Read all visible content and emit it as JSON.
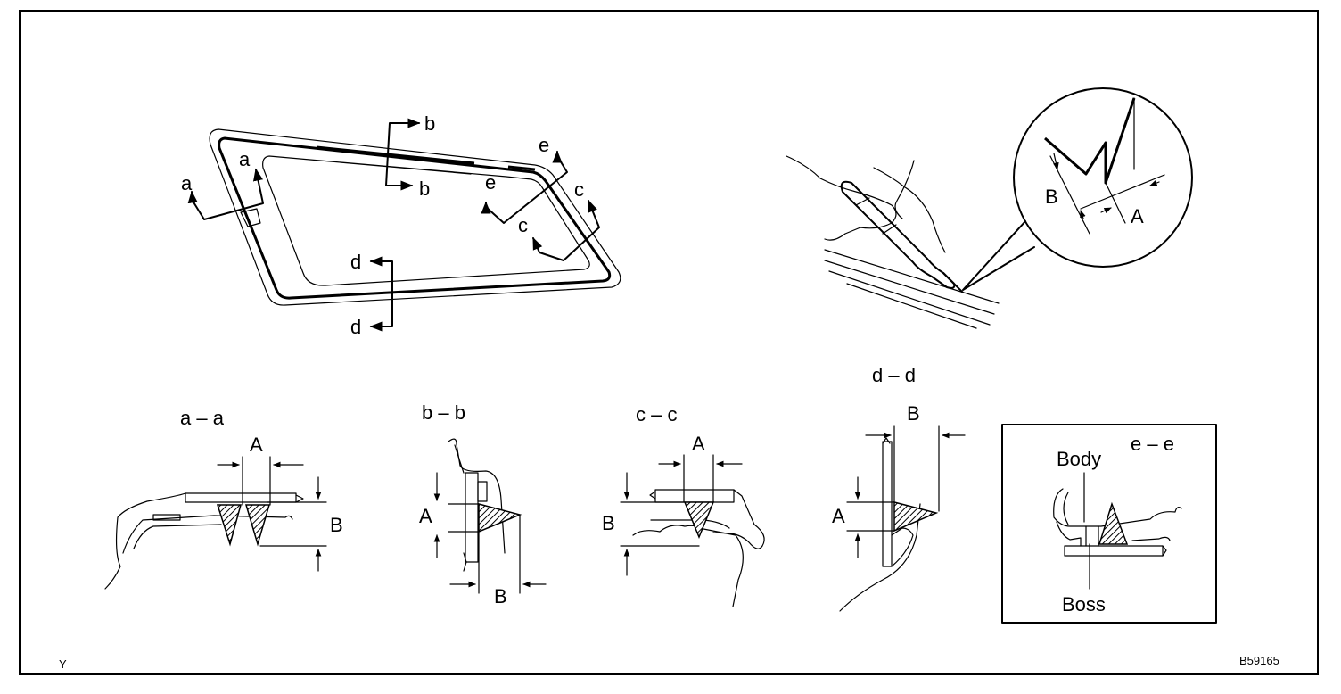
{
  "section_markers": {
    "a_upper": "a",
    "a_lower": "a",
    "b_upper": "b",
    "b_lower": "b",
    "c_upper": "c",
    "c_lower": "c",
    "d_upper": "d",
    "d_lower": "d",
    "e_upper": "e",
    "e_lower": "e"
  },
  "zoom_callout": {
    "dim_a": "A",
    "dim_b": "B"
  },
  "sections": {
    "aa": {
      "title": "a – a",
      "dim_a": "A",
      "dim_b": "B"
    },
    "bb": {
      "title": "b – b",
      "dim_a": "A",
      "dim_b": "B"
    },
    "cc": {
      "title": "c – c",
      "dim_a": "A",
      "dim_b": "B"
    },
    "dd": {
      "title": "d – d",
      "dim_a": "A",
      "dim_b": "B"
    },
    "ee": {
      "title": "e – e",
      "body_label": "Body",
      "boss_label": "Boss"
    }
  },
  "corner_left": "Y",
  "figure_code": "B59165"
}
